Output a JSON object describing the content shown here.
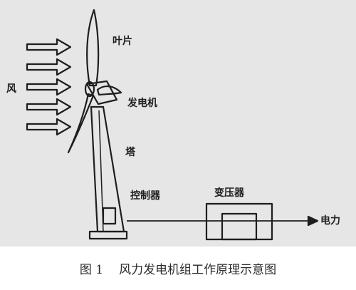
{
  "diagram": {
    "labels": {
      "wind": "风",
      "blade": "叶片",
      "generator": "发电机",
      "tower": "塔",
      "controller": "控制器",
      "transformer": "变压器",
      "power": "电力"
    },
    "caption": {
      "number": "图 1",
      "text": "风力发电机组工作原理示意图"
    }
  },
  "colors": {
    "panel_background": "#e6e6e6",
    "ink": "#1e1e1e",
    "page_background": "#ffffff"
  }
}
